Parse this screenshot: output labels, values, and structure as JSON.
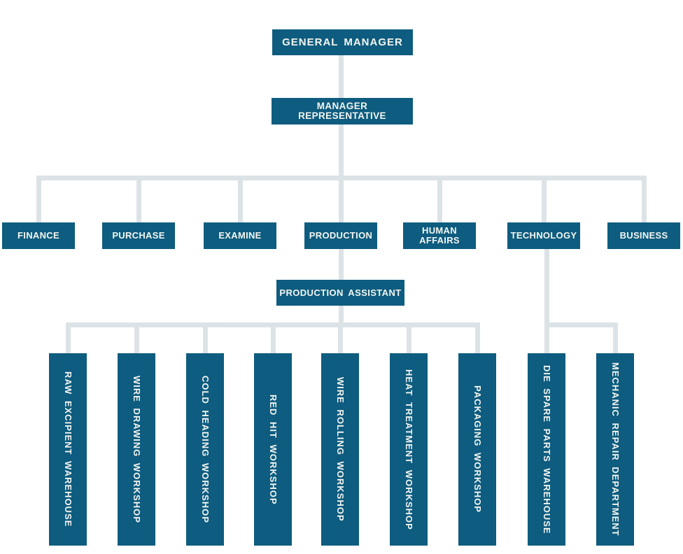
{
  "colors": {
    "box": "#0E5C7F",
    "line": "#DCE3E7",
    "text": "#F4F6F2",
    "bg": "#FFFFFF"
  },
  "org": {
    "general_manager": "GENERAL MANAGER",
    "manager_representative": "MANAGER REPRESENTATIVE",
    "departments": [
      "FINANCE",
      "PURCHASE",
      "EXAMINE",
      "PRODUCTION",
      "HUMAN AFFAIRS",
      "TECHNOLOGY",
      "BUSINESS"
    ],
    "production_assistant": "PRODUCTION ASSISTANT",
    "production_units": [
      "RAW EXCIPIENT WAREHOUSE",
      "WIRE DRAWING WORKSHOP",
      "COLD HEADING WORKSHOP",
      "RED HIT WORKSHOP",
      "WIRE ROLLING WORKSHOP",
      "HEAT TREATMENT WORKSHOP",
      "PACKAGING WORKSHOP"
    ],
    "technology_units": [
      "DIE SPARE PARTS WAREHOUSE",
      "MECHANIC REPAIR DEPARTMENT"
    ]
  }
}
